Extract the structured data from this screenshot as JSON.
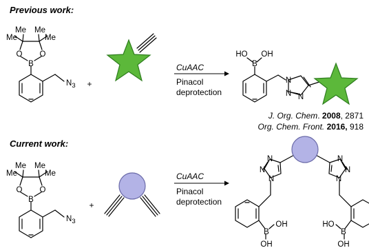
{
  "sections": {
    "previous_title": "Previous work:",
    "current_title": "Current work:"
  },
  "atoms": {
    "me": "Me",
    "o": "O",
    "b": "B",
    "n3": "N",
    "n3_sub": "3",
    "n": "N",
    "ho": "HO",
    "oh": "OH"
  },
  "plus": "+",
  "conditions": {
    "line1": "CuAAC",
    "line2": "Pinacol",
    "line3": "deprotection"
  },
  "references": {
    "ref1_journal": "J. Org. Chem",
    "ref1_year": "2008",
    "ref1_page": ", 2871",
    "ref2_journal": "Org. Chem. Front.",
    "ref2_year": "2016,",
    "ref2_page": "918"
  },
  "colors": {
    "star_fill": "#5CB83A",
    "star_stroke": "#2E7D1E",
    "circle_fill": "#B3B3E6",
    "circle_stroke": "#6A6AA8"
  }
}
